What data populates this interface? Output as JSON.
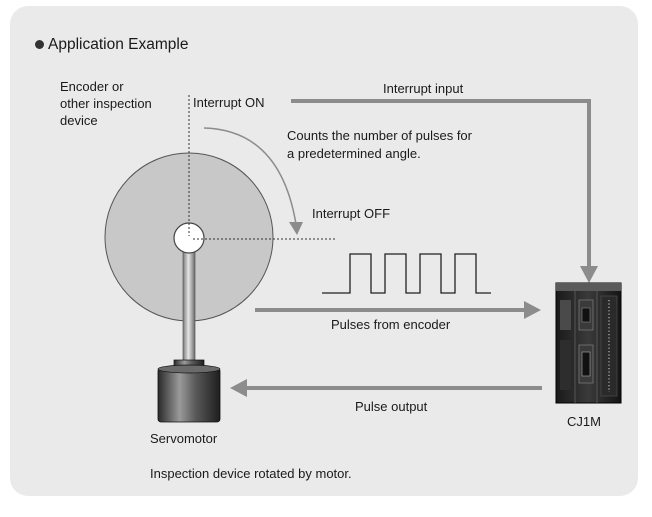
{
  "title": "Application Example",
  "labels": {
    "encoder": "Encoder or\nother inspection\ndevice",
    "interrupt_on": "Interrupt ON",
    "interrupt_input": "Interrupt input",
    "counts": "Counts the number of pulses for\na predetermined angle.",
    "interrupt_off": "Interrupt OFF",
    "pulses_from_encoder": "Pulses from encoder",
    "pulse_output": "Pulse output",
    "servomotor": "Servomotor",
    "controller": "CJ1M",
    "caption": "Inspection device rotated by motor."
  },
  "colors": {
    "panel": "#eaeaea",
    "arrow": "#8c8c8c",
    "disk": "#c8c8c8"
  }
}
